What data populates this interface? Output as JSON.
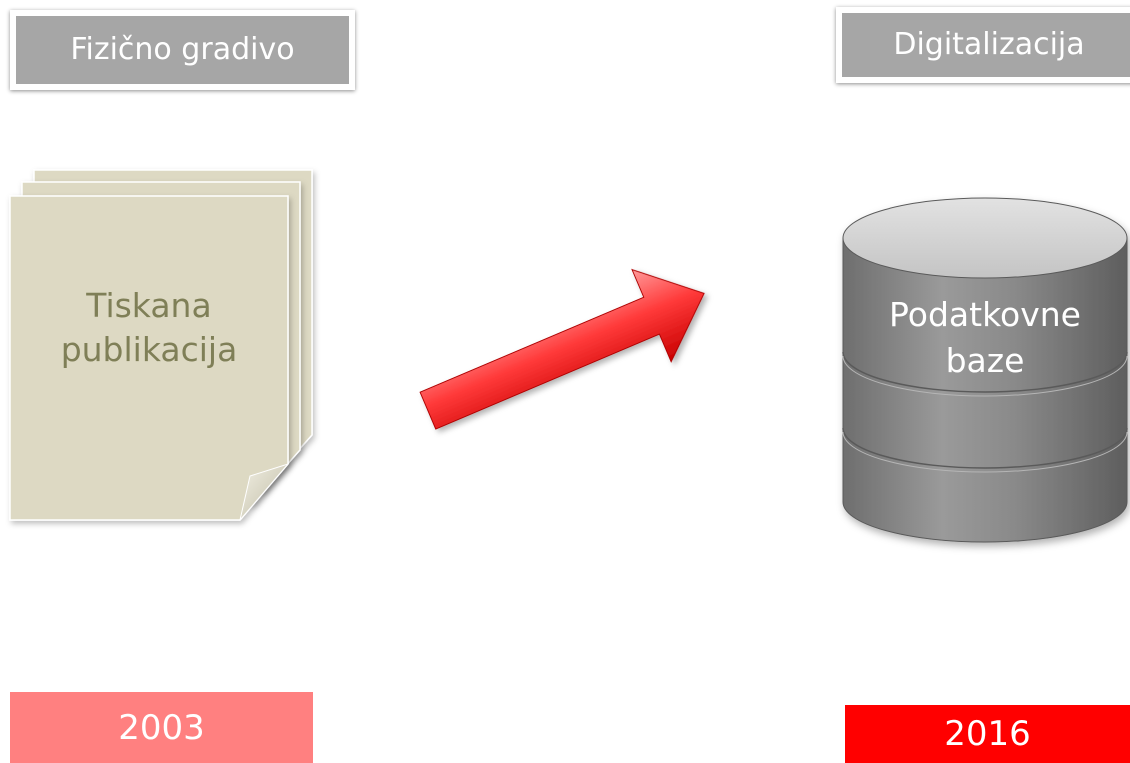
{
  "labels": {
    "left": "Fizično gradivo",
    "right": "Digitalizacija"
  },
  "document": {
    "icon": "stacked-pages-icon",
    "text_line1": "Tiskana",
    "text_line2": "publikacija"
  },
  "arrow": {
    "icon": "arrow-right-up-icon"
  },
  "database": {
    "icon": "database-cylinder-icon",
    "text_line1": "Podatkovne",
    "text_line2": "baze"
  },
  "years": {
    "left": "2003",
    "right": "2016"
  },
  "colors": {
    "label_bg": "#a6a6a6",
    "paper": "#ddd9c3",
    "paper_text": "#7f7f57",
    "arrow": "#ff3a3a",
    "db_gray": "#8c8c8c",
    "year_left": "#ff8080",
    "year_right": "#ff0000"
  }
}
